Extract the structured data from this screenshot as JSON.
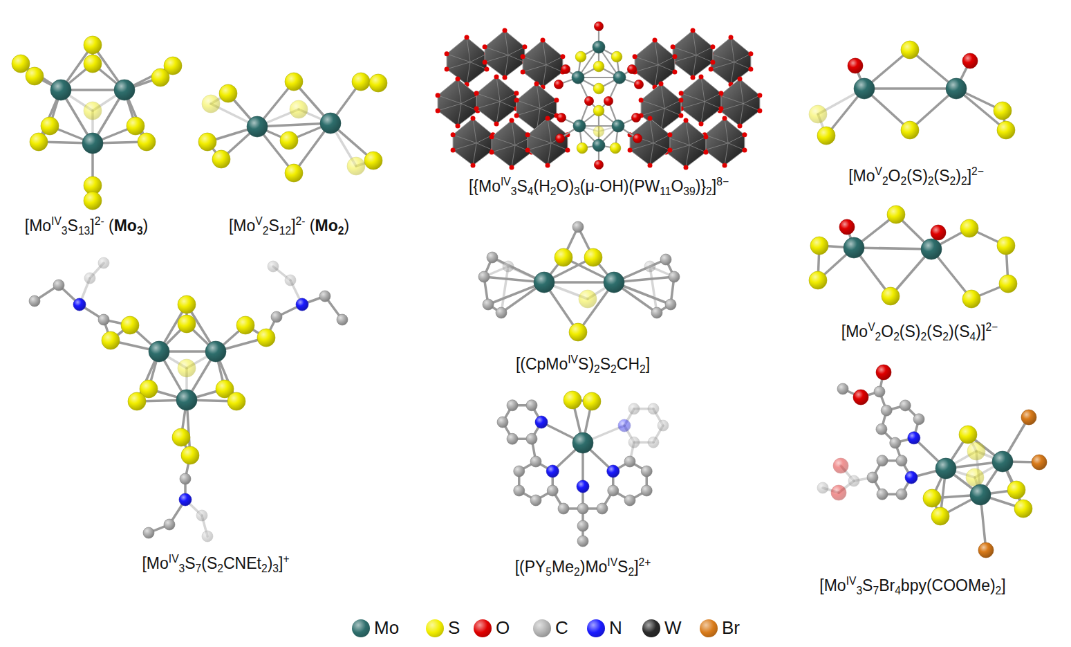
{
  "diagram": {
    "labels": [
      "[MoIV3S13]2- (Mo3)",
      "[MoV2S12]2- (Mo2)",
      "[{MoIV3S4(H2O)3(μ-OH)(PW11O39)}2]8−",
      "[MoV2O2(S)2(S2)2]2−",
      "[MoIV3S7(S2CNEt2)3]+",
      "[(CpMoIVS)2S2CH2]",
      "[MoV2O2(S)2(S2)(S4)]2−",
      "[(PY5Me2)MoIVS2]2+",
      "[MoIV3S7Br4bpy(COOMe)2]"
    ],
    "legend": [
      {
        "text": "Mo",
        "color": "#2e6e6c"
      },
      {
        "text": "S",
        "color": "#f2ee00"
      },
      {
        "text": "O",
        "color": "#e00000"
      },
      {
        "text": "C",
        "color": "#b4b4b4"
      },
      {
        "text": "N",
        "color": "#1a1aff"
      },
      {
        "text": "W",
        "color": "#2a2a2a"
      },
      {
        "text": "Br",
        "color": "#d97b1a"
      }
    ]
  }
}
